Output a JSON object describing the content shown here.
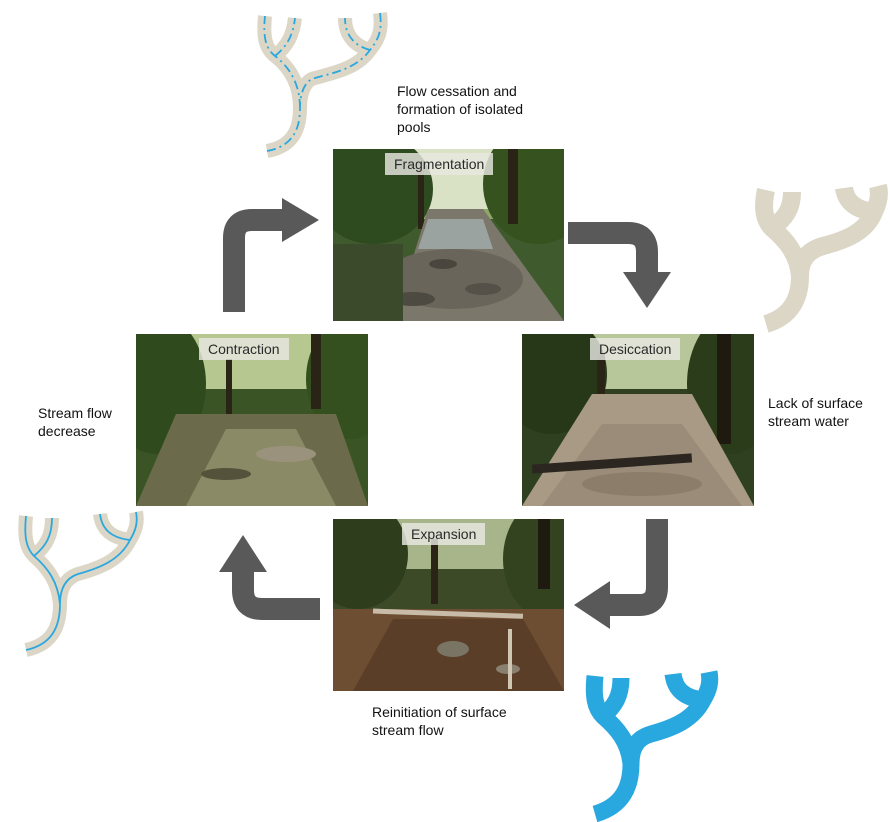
{
  "stages": {
    "fragmentation": {
      "label": "Fragmentation"
    },
    "desiccation": {
      "label": "Desiccation"
    },
    "expansion": {
      "label": "Expansion"
    },
    "contraction": {
      "label": "Contraction"
    }
  },
  "captions": {
    "fragmentation": [
      "Flow cessation and",
      "formation of isolated",
      "pools"
    ],
    "desiccation": [
      "Lack of surface",
      "stream water"
    ],
    "expansion": [
      "Reinitiation of surface",
      "stream flow"
    ],
    "contraction": [
      "Stream flow",
      "decrease"
    ]
  },
  "colors": {
    "channel_dry": "#dcd6c6",
    "water": "#29a8e0",
    "arrow": "#595959"
  },
  "icons": {
    "networks": [
      "stream-network-partial-flow-icon",
      "stream-network-dry-icon",
      "stream-network-full-flow-icon",
      "stream-network-reduced-flow-icon"
    ],
    "arrows": [
      "cycle-arrow-up-right",
      "cycle-arrow-right-down",
      "cycle-arrow-down-left",
      "cycle-arrow-left-up"
    ]
  }
}
